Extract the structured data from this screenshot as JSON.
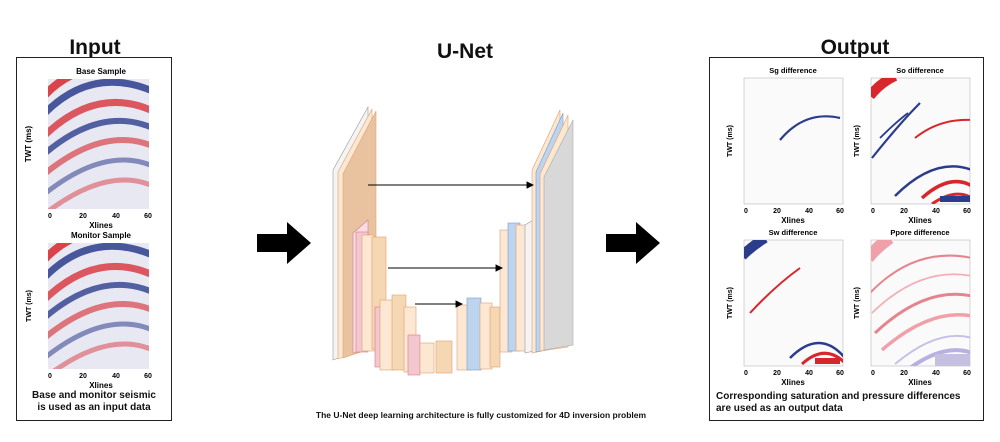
{
  "titles": {
    "input": "Input",
    "unet": "U-Net",
    "output": "Output"
  },
  "input_panel": {
    "base_title": "Base Sample",
    "monitor_title": "Monitor Sample",
    "ylabel": "TWT (ms)",
    "xlabel": "Xlines",
    "xticks": [
      "0",
      "20",
      "40",
      "60"
    ],
    "caption_line1": "Base and monitor seismic",
    "caption_line2": "is used as an input data"
  },
  "output_panel": {
    "plots": [
      {
        "title": "Sg difference"
      },
      {
        "title": "So difference"
      },
      {
        "title": "Sw difference"
      },
      {
        "title": "Ppore difference"
      }
    ],
    "ylabel": "TWT (ms)",
    "xlabel": "Xlines",
    "xticks": [
      "0",
      "20",
      "40",
      "60"
    ],
    "caption_line1": "Corresponding saturation and pressure differences",
    "caption_line2": "are used as an output data"
  },
  "unet_caption": "The U-Net deep learning architecture is fully customized for 4D inversion problem",
  "colors": {
    "red": "#d7262c",
    "blue": "#2c3c8c",
    "peach": "#f6d7b4",
    "pink": "#e9a4b0",
    "lightblue": "#bcd4ee"
  }
}
